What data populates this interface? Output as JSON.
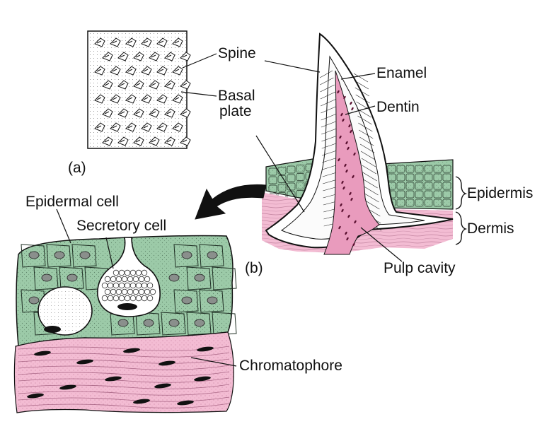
{
  "labels": {
    "spine": "Spine",
    "basal_plate": "Basal plate",
    "basal_plate_line1": "Basal",
    "basal_plate_line2": "plate",
    "enamel": "Enamel",
    "dentin": "Dentin",
    "epidermis": "Epidermis",
    "dermis": "Dermis",
    "pulp_cavity": "Pulp cavity",
    "epidermal_cell": "Epidermal cell",
    "secretory_cell": "Secretory cell",
    "chromatophore": "Chromatophore"
  },
  "panels": {
    "a": "(a)",
    "b": "(b)"
  },
  "colors": {
    "epidermis": "#9ccaa8",
    "dermis": "#f3bcd3",
    "outline": "#111111",
    "background": "#ffffff"
  }
}
